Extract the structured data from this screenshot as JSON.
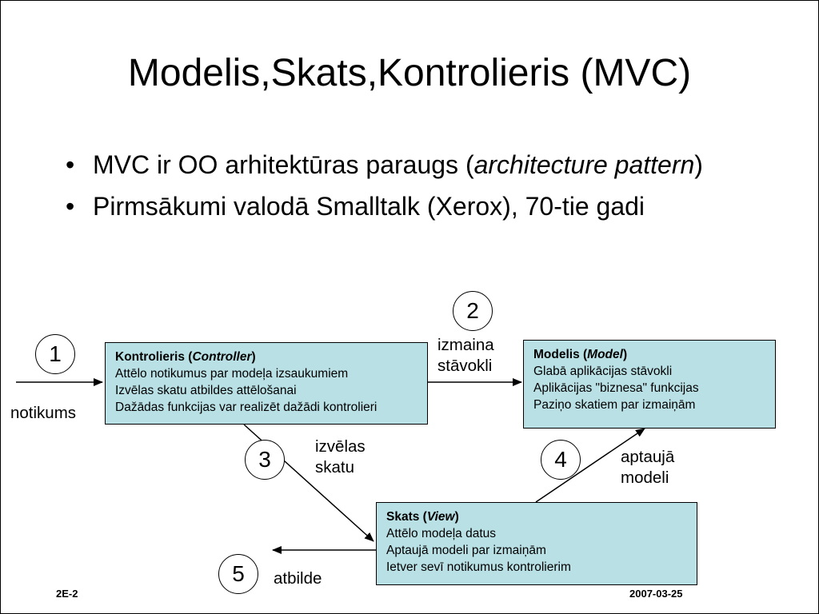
{
  "title": "Modelis,Skats,Kontrolieris (MVC)",
  "bullets": [
    {
      "prefix": "MVC ir OO arhitektūras paraugs (",
      "italic": "architecture pattern",
      "suffix": ")"
    },
    {
      "text": "Pirmsākumi valodā Smalltalk (Xerox), 70-tie gadi"
    }
  ],
  "diagram": {
    "controller": {
      "head": "Kontrolieris (",
      "head_italic": "Controller",
      "head_close": ")",
      "lines": [
        "Attēlo notikumus par modeļa izsaukumiem",
        "Izvēlas skatu atbildes attēlošanai",
        "Dažādas funkcijas var realizēt dažādi kontrolieri"
      ]
    },
    "model": {
      "head": "Modelis (",
      "head_italic": "Model",
      "head_close": ")",
      "lines": [
        "Glabā aplikācijas stāvokli",
        "Aplikācijas \"biznesa\" funkcijas",
        "Paziņo skatiem par izmaiņām"
      ]
    },
    "view": {
      "head": "Skats (",
      "head_italic": "View",
      "head_close": ")",
      "lines": [
        "Attēlo modeļa datus",
        "Aptaujā modeli par izmaiņām",
        "Ietver sevī notikumus kontrolierim"
      ]
    },
    "steps": [
      {
        "num": "1",
        "label": "notikums"
      },
      {
        "num": "2",
        "label_lines": [
          "izmaina",
          "stāvokli"
        ]
      },
      {
        "num": "3",
        "label_lines": [
          "izvēlas",
          "skatu"
        ]
      },
      {
        "num": "4",
        "label_lines": [
          "aptaujā",
          "modeli"
        ]
      },
      {
        "num": "5",
        "label": "atbilde"
      }
    ]
  },
  "footer": {
    "left": "2E-2",
    "right": "2007-03-25"
  }
}
